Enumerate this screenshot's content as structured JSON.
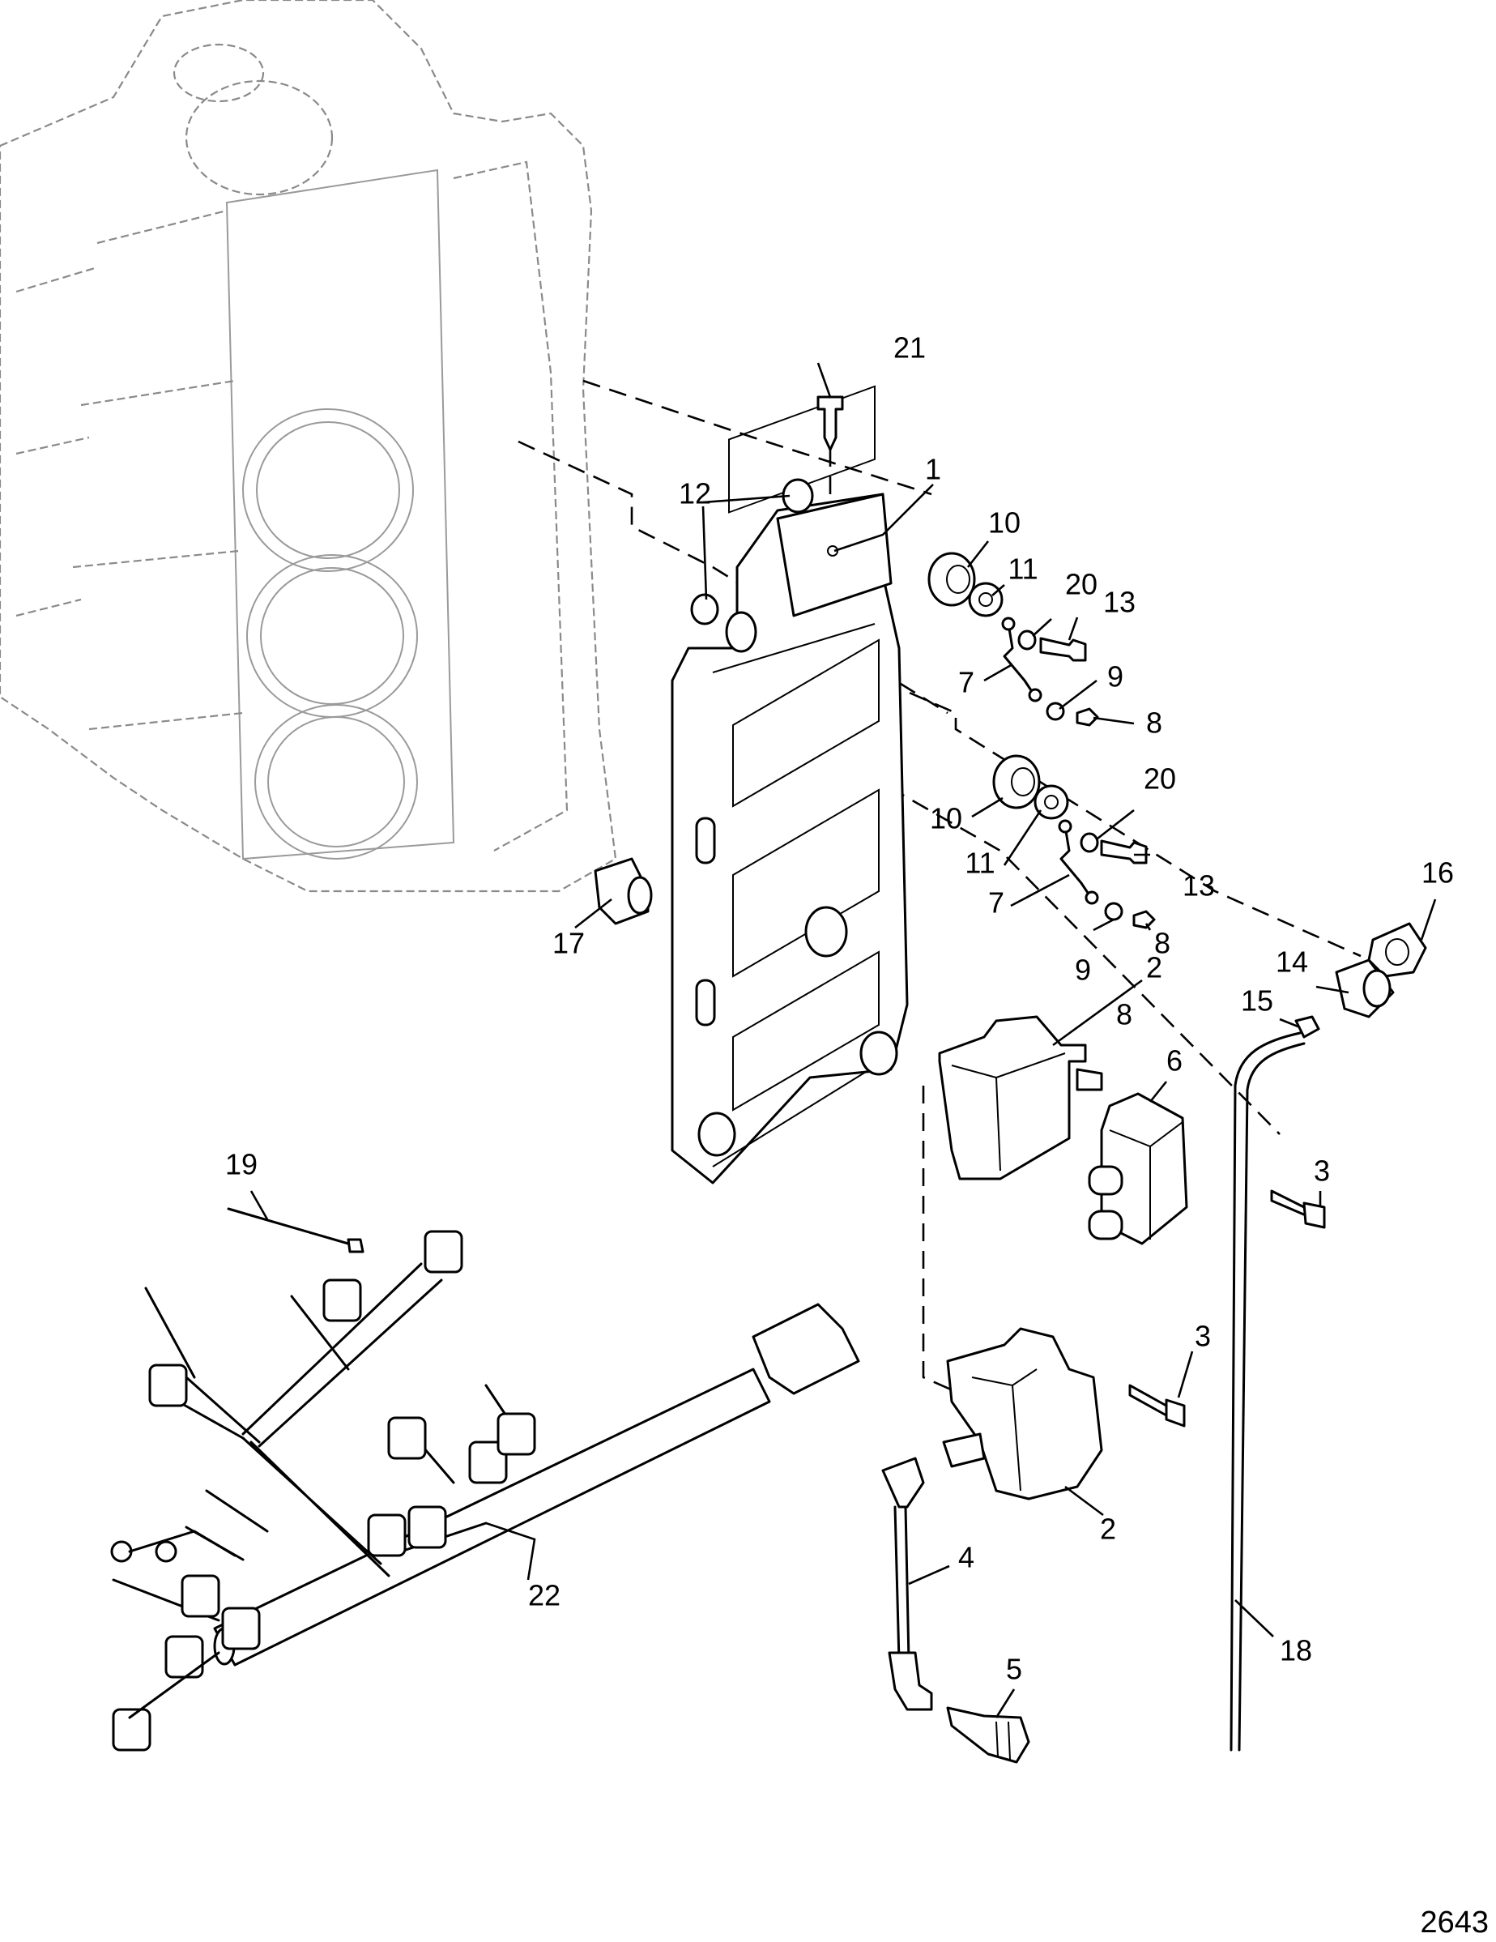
{
  "figure_number": "2643",
  "callouts": [
    {
      "id": "c1",
      "text": "1"
    },
    {
      "id": "c2a",
      "text": "2"
    },
    {
      "id": "c2b",
      "text": "2"
    },
    {
      "id": "c3a",
      "text": "3"
    },
    {
      "id": "c3b",
      "text": "3"
    },
    {
      "id": "c4",
      "text": "4"
    },
    {
      "id": "c5",
      "text": "5"
    },
    {
      "id": "c6",
      "text": "6"
    },
    {
      "id": "c7a",
      "text": "7"
    },
    {
      "id": "c7b",
      "text": "7"
    },
    {
      "id": "c8a",
      "text": "8"
    },
    {
      "id": "c8b",
      "text": "8"
    },
    {
      "id": "c8c",
      "text": "8"
    },
    {
      "id": "c9a",
      "text": "9"
    },
    {
      "id": "c9b",
      "text": "9"
    },
    {
      "id": "c10a",
      "text": "10"
    },
    {
      "id": "c10b",
      "text": "10"
    },
    {
      "id": "c11a",
      "text": "11"
    },
    {
      "id": "c11b",
      "text": "11"
    },
    {
      "id": "c12",
      "text": "12"
    },
    {
      "id": "c13a",
      "text": "13"
    },
    {
      "id": "c13b",
      "text": "13"
    },
    {
      "id": "c14",
      "text": "14"
    },
    {
      "id": "c15",
      "text": "15"
    },
    {
      "id": "c16",
      "text": "16"
    },
    {
      "id": "c17",
      "text": "17"
    },
    {
      "id": "c18",
      "text": "18"
    },
    {
      "id": "c19",
      "text": "19"
    },
    {
      "id": "c20a",
      "text": "20"
    },
    {
      "id": "c20b",
      "text": "20"
    },
    {
      "id": "c21",
      "text": "21"
    },
    {
      "id": "c22",
      "text": "22"
    }
  ]
}
